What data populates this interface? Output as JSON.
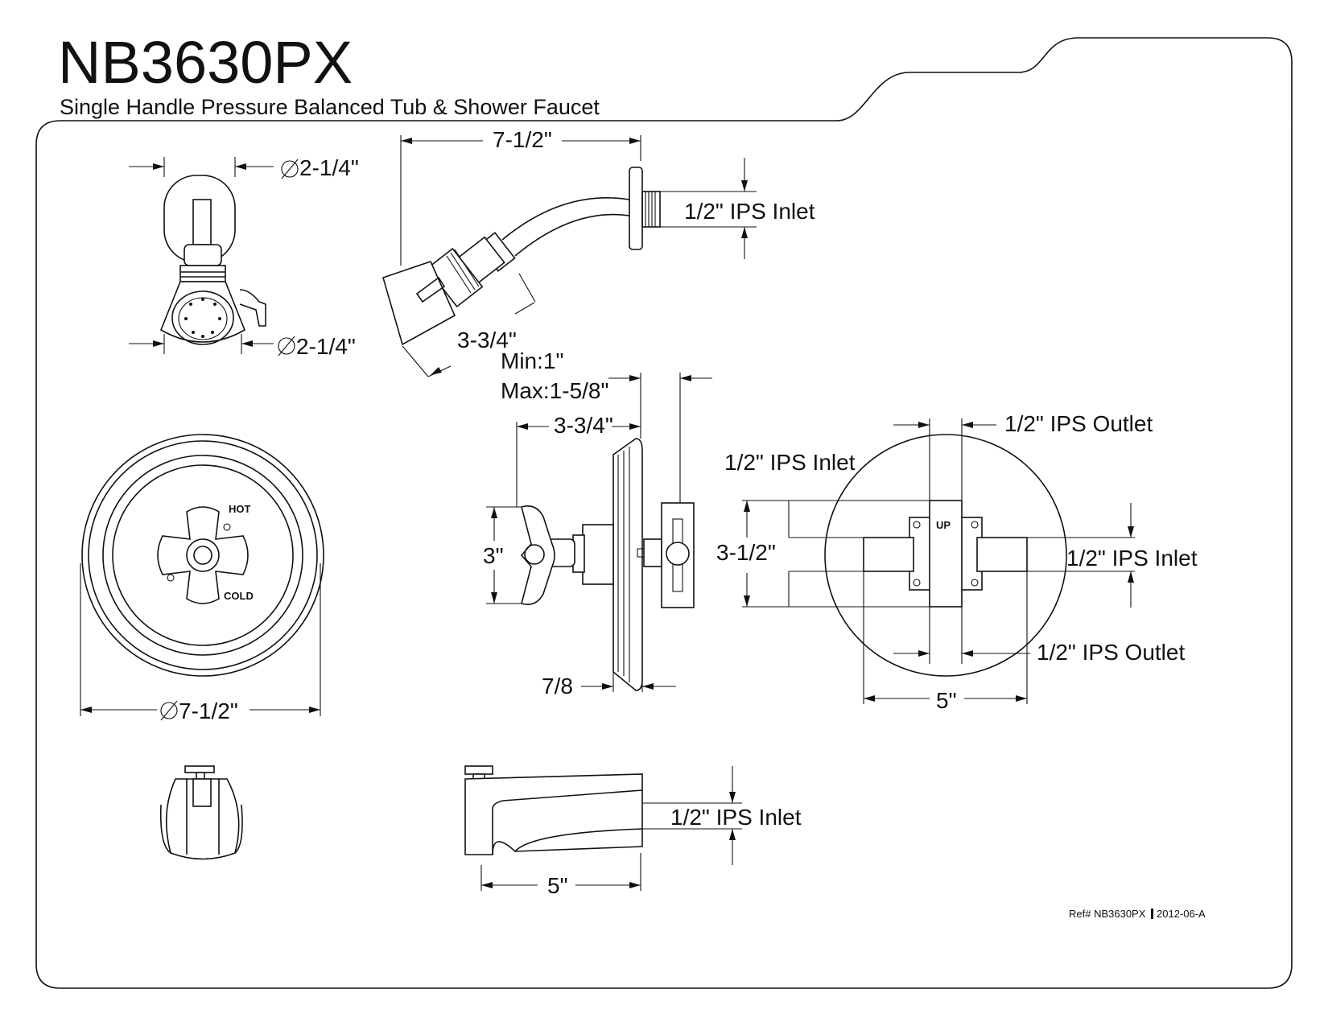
{
  "header": {
    "model": "NB3630PX",
    "subtitle": "Single Handle Pressure Balanced Tub & Shower Faucet"
  },
  "showerhead_front": {
    "top_diameter": "2-1/4\"",
    "bottom_diameter": "2-1/4\""
  },
  "showerhead_side": {
    "length": "7-1/2\"",
    "inlet": "1/2\" IPS Inlet",
    "head_length": "3-3/4\""
  },
  "valve_trim_front": {
    "hot_label": "HOT",
    "cold_label": "COLD",
    "diameter": "7-1/2\""
  },
  "valve_side": {
    "min": "Min:1\"",
    "max": "Max:1-5/8\"",
    "depth": "3-3/4\"",
    "handle_height": "3\"",
    "plate_depth": "7/8"
  },
  "valve_body": {
    "outlet_top": "1/2\" IPS Outlet",
    "inlet_left": "1/2\" IPS Inlet",
    "height": "3-1/2\"",
    "up_label": "UP",
    "inlet_right": "1/2\" IPS Inlet",
    "outlet_bottom": "1/2\" IPS Outlet",
    "width": "5\""
  },
  "tub_spout": {
    "inlet": "1/2\" IPS Inlet",
    "length": "5\""
  },
  "footer": {
    "ref": "Ref# NB3630PX",
    "revision": "2012-06-A"
  }
}
